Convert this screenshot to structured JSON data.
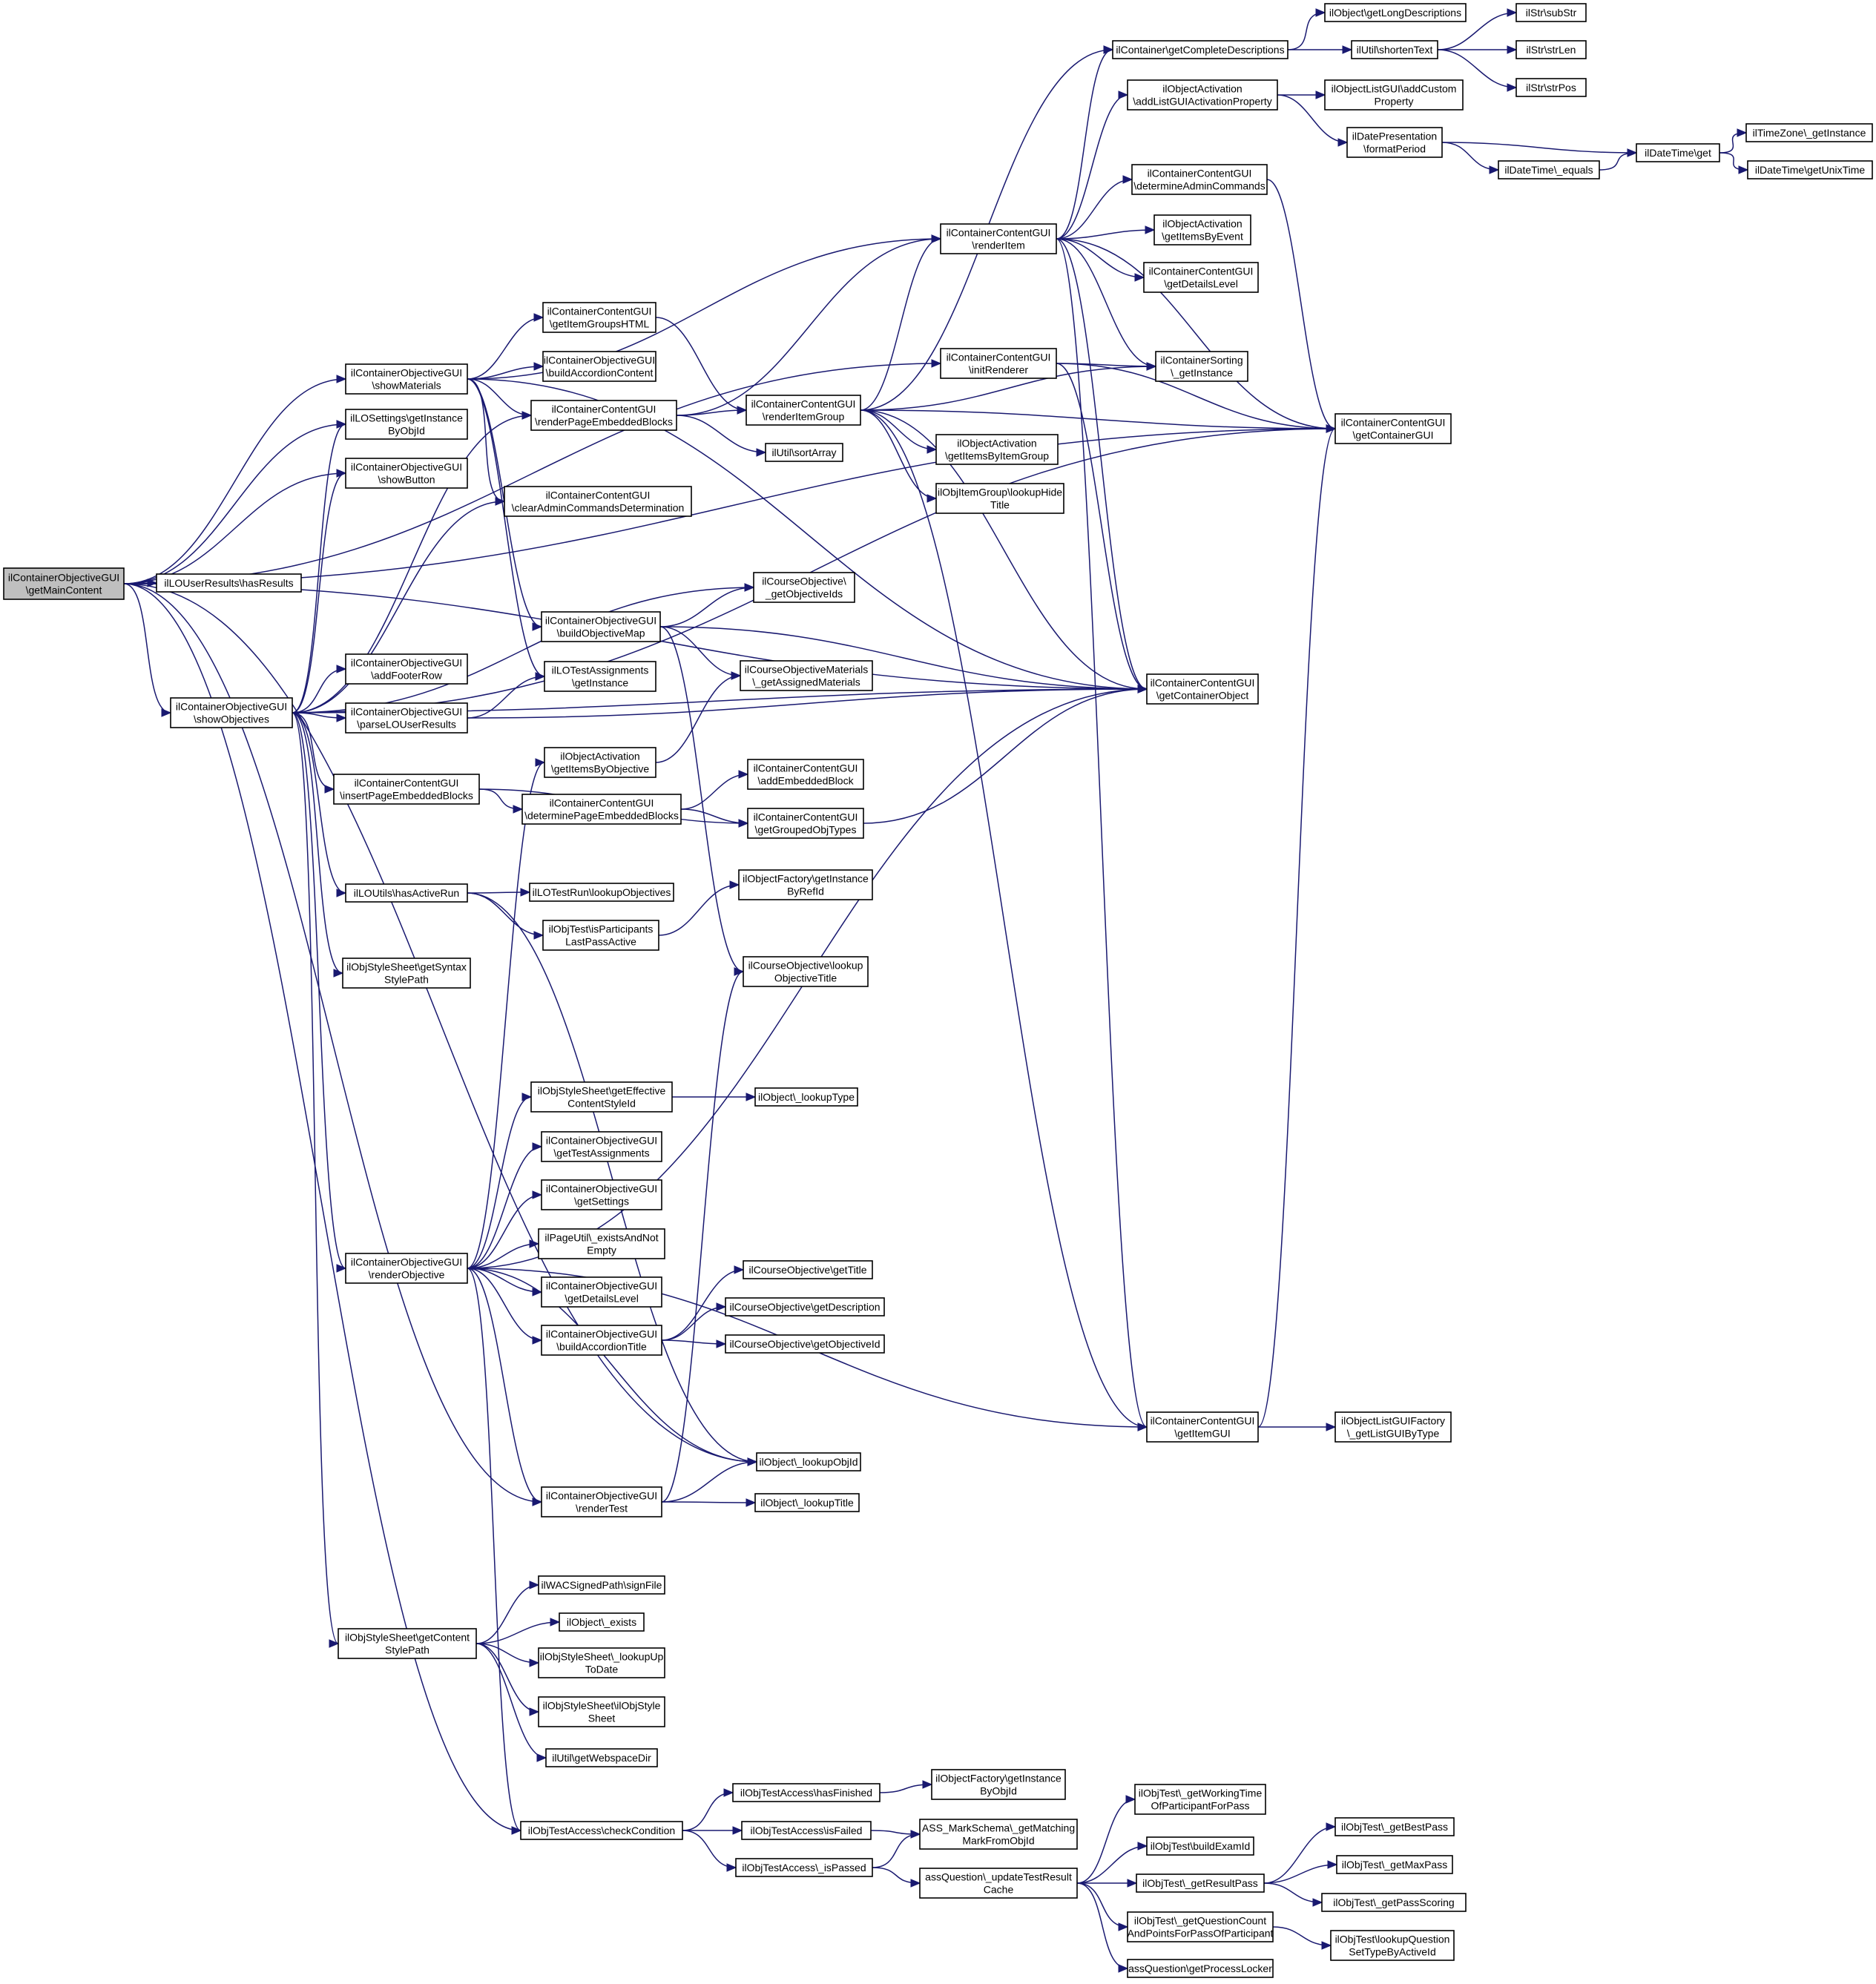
{
  "nodes": [
    {
      "id": "root",
      "lines": [
        "ilContainerObjectiveGUI",
        "\\getMainContent"
      ],
      "root": true
    },
    {
      "id": "hasResults",
      "lines": [
        "ilLOUserResults\\hasResults"
      ]
    },
    {
      "id": "showMaterials",
      "lines": [
        "ilContainerObjectiveGUI",
        "\\showMaterials"
      ]
    },
    {
      "id": "losGetInstance",
      "lines": [
        "ilLOSettings\\getInstance",
        "ByObjId"
      ]
    },
    {
      "id": "showButton",
      "lines": [
        "ilContainerObjectiveGUI",
        "\\showButton"
      ]
    },
    {
      "id": "showObjectives",
      "lines": [
        "ilContainerObjectiveGUI",
        "\\showObjectives"
      ]
    },
    {
      "id": "addFooterRow",
      "lines": [
        "ilContainerObjectiveGUI",
        "\\addFooterRow"
      ]
    },
    {
      "id": "parseLOUserResults",
      "lines": [
        "ilContainerObjectiveGUI",
        "\\parseLOUserResults"
      ]
    },
    {
      "id": "insertPageEmbeddedBlocks",
      "lines": [
        "ilContainerContentGUI",
        "\\insertPageEmbeddedBlocks"
      ]
    },
    {
      "id": "hasActiveRun",
      "lines": [
        "ilLOUtils\\hasActiveRun"
      ]
    },
    {
      "id": "getSyntaxStylePath",
      "lines": [
        "ilObjStyleSheet\\getSyntax",
        "StylePath"
      ]
    },
    {
      "id": "renderObjective",
      "lines": [
        "ilContainerObjectiveGUI",
        "\\renderObjective"
      ]
    },
    {
      "id": "getContentStylePath",
      "lines": [
        "ilObjStyleSheet\\getContent",
        "StylePath"
      ]
    },
    {
      "id": "checkCondition",
      "lines": [
        "ilObjTestAccess\\checkCondition"
      ]
    },
    {
      "id": "getItemGroupsHTML",
      "lines": [
        "ilContainerContentGUI",
        "\\getItemGroupsHTML"
      ]
    },
    {
      "id": "buildAccordionContent",
      "lines": [
        "ilContainerObjectiveGUI",
        "\\buildAccordionContent"
      ]
    },
    {
      "id": "renderPageEmbeddedBlocks",
      "lines": [
        "ilContainerContentGUI",
        "\\renderPageEmbeddedBlocks"
      ]
    },
    {
      "id": "clearAdminCommandsDetermination",
      "lines": [
        "ilContainerContentGUI",
        "\\clearAdminCommandsDetermination"
      ]
    },
    {
      "id": "buildObjectiveMap",
      "lines": [
        "ilContainerObjectiveGUI",
        "\\buildObjectiveMap"
      ]
    },
    {
      "id": "lotaGetInstance",
      "lines": [
        "ilLOTestAssignments",
        "\\getInstance"
      ]
    },
    {
      "id": "getItemsByObjective",
      "lines": [
        "ilObjectActivation",
        "\\getItemsByObjective"
      ]
    },
    {
      "id": "determinePageEmbeddedBlocks",
      "lines": [
        "ilContainerContentGUI",
        "\\determinePageEmbeddedBlocks"
      ]
    },
    {
      "id": "lookupObjectives",
      "lines": [
        "ilLOTestRun\\lookupObjectives"
      ]
    },
    {
      "id": "isParticipantsLastPassActive",
      "lines": [
        "ilObjTest\\isParticipants",
        "LastPassActive"
      ]
    },
    {
      "id": "getEffectiveContentStyleId",
      "lines": [
        "ilObjStyleSheet\\getEffective",
        "ContentStyleId"
      ]
    },
    {
      "id": "getTestAssignments",
      "lines": [
        "ilContainerObjectiveGUI",
        "\\getTestAssignments"
      ]
    },
    {
      "id": "getSettings",
      "lines": [
        "ilContainerObjectiveGUI",
        "\\getSettings"
      ]
    },
    {
      "id": "existsAndNotEmpty",
      "lines": [
        "ilPageUtil\\_existsAndNot",
        "Empty"
      ]
    },
    {
      "id": "cogGetDetailsLevel",
      "lines": [
        "ilContainerObjectiveGUI",
        "\\getDetailsLevel"
      ]
    },
    {
      "id": "buildAccordionTitle",
      "lines": [
        "ilContainerObjectiveGUI",
        "\\buildAccordionTitle"
      ]
    },
    {
      "id": "renderTest",
      "lines": [
        "ilContainerObjectiveGUI",
        "\\renderTest"
      ]
    },
    {
      "id": "signFile",
      "lines": [
        "ilWACSignedPath\\signFile"
      ]
    },
    {
      "id": "objExists",
      "lines": [
        "ilObject\\_exists"
      ]
    },
    {
      "id": "lookUpToDate",
      "lines": [
        "ilObjStyleSheet\\_lookupUp",
        "ToDate"
      ]
    },
    {
      "id": "ilObjStyleSheet",
      "lines": [
        "ilObjStyleSheet\\ilObjStyle",
        "Sheet"
      ]
    },
    {
      "id": "getWebspaceDir",
      "lines": [
        "ilUtil\\getWebspaceDir"
      ]
    },
    {
      "id": "hasFinished",
      "lines": [
        "ilObjTestAccess\\hasFinished"
      ]
    },
    {
      "id": "isFailed",
      "lines": [
        "ilObjTestAccess\\isFailed"
      ]
    },
    {
      "id": "isPassed",
      "lines": [
        "ilObjTestAccess\\_isPassed"
      ]
    },
    {
      "id": "renderItemGroup",
      "lines": [
        "ilContainerContentGUI",
        "\\renderItemGroup"
      ]
    },
    {
      "id": "sortArray",
      "lines": [
        "ilUtil\\sortArray"
      ]
    },
    {
      "id": "getObjectiveIds",
      "lines": [
        "ilCourseObjective\\",
        "_getObjectiveIds"
      ]
    },
    {
      "id": "getAssignedMaterials",
      "lines": [
        "ilCourseObjectiveMaterials",
        "\\_getAssignedMaterials"
      ]
    },
    {
      "id": "addEmbeddedBlock",
      "lines": [
        "ilContainerContentGUI",
        "\\addEmbeddedBlock"
      ]
    },
    {
      "id": "getGroupedObjTypes",
      "lines": [
        "ilContainerContentGUI",
        "\\getGroupedObjTypes"
      ]
    },
    {
      "id": "getInstanceByRefId",
      "lines": [
        "ilObjectFactory\\getInstance",
        "ByRefId"
      ]
    },
    {
      "id": "lookupObjectiveTitle",
      "lines": [
        "ilCourseObjective\\lookup",
        "ObjectiveTitle"
      ]
    },
    {
      "id": "lookupType",
      "lines": [
        "ilObject\\_lookupType"
      ]
    },
    {
      "id": "getTitle",
      "lines": [
        "ilCourseObjective\\getTitle"
      ]
    },
    {
      "id": "getDescription",
      "lines": [
        "ilCourseObjective\\getDescription"
      ]
    },
    {
      "id": "getObjectiveId",
      "lines": [
        "ilCourseObjective\\getObjectiveId"
      ]
    },
    {
      "id": "lookupObjId",
      "lines": [
        "ilObject\\_lookupObjId"
      ]
    },
    {
      "id": "lookupTitle",
      "lines": [
        "ilObject\\_lookupTitle"
      ]
    },
    {
      "id": "getInstanceByObjId",
      "lines": [
        "ilObjectFactory\\getInstance",
        "ByObjId"
      ]
    },
    {
      "id": "getMatchingMarkFromObjId",
      "lines": [
        "ASS_MarkSchema\\_getMatching",
        "MarkFromObjId"
      ]
    },
    {
      "id": "updateTestResultCache",
      "lines": [
        "assQuestion\\_updateTestResult",
        "Cache"
      ]
    },
    {
      "id": "getItemsByItemGroup",
      "lines": [
        "ilObjectActivation",
        "\\getItemsByItemGroup"
      ]
    },
    {
      "id": "lookupHideTitle",
      "lines": [
        "ilObjItemGroup\\lookupHide",
        "Title"
      ]
    },
    {
      "id": "renderItem",
      "lines": [
        "ilContainerContentGUI",
        "\\renderItem"
      ]
    },
    {
      "id": "initRenderer",
      "lines": [
        "ilContainerContentGUI",
        "\\initRenderer"
      ]
    },
    {
      "id": "getCompleteDescriptions",
      "lines": [
        "ilContainer\\getCompleteDescriptions"
      ]
    },
    {
      "id": "addListGUIActivationProperty",
      "lines": [
        "ilObjectActivation",
        "\\addListGUIActivationProperty"
      ]
    },
    {
      "id": "determineAdminCommands",
      "lines": [
        "ilContainerContentGUI",
        "\\determineAdminCommands"
      ]
    },
    {
      "id": "getItemsByEvent",
      "lines": [
        "ilObjectActivation",
        "\\getItemsByEvent"
      ]
    },
    {
      "id": "ccgGetDetailsLevel",
      "lines": [
        "ilContainerContentGUI",
        "\\getDetailsLevel"
      ]
    },
    {
      "id": "sortingGetInstance",
      "lines": [
        "ilContainerSorting",
        "\\_getInstance"
      ]
    },
    {
      "id": "getContainerObject",
      "lines": [
        "ilContainerContentGUI",
        "\\getContainerObject"
      ]
    },
    {
      "id": "getItemGUI",
      "lines": [
        "ilContainerContentGUI",
        "\\getItemGUI"
      ]
    },
    {
      "id": "getWorkingTime",
      "lines": [
        "ilObjTest\\_getWorkingTime",
        "OfParticipantForPass"
      ]
    },
    {
      "id": "buildExamId",
      "lines": [
        "ilObjTest\\buildExamId"
      ]
    },
    {
      "id": "getResultPass",
      "lines": [
        "ilObjTest\\_getResultPass"
      ]
    },
    {
      "id": "getQuestionCount",
      "lines": [
        "ilObjTest\\_getQuestionCount",
        "AndPointsForPassOfParticipant"
      ]
    },
    {
      "id": "getProcessLocker",
      "lines": [
        "assQuestion\\getProcessLocker"
      ]
    },
    {
      "id": "getLongDescriptions",
      "lines": [
        "ilObject\\getLongDescriptions"
      ]
    },
    {
      "id": "shortenText",
      "lines": [
        "ilUtil\\shortenText"
      ]
    },
    {
      "id": "addCustomProperty",
      "lines": [
        "ilObjectListGUI\\addCustom",
        "Property"
      ]
    },
    {
      "id": "formatPeriod",
      "lines": [
        "ilDatePresentation",
        "\\formatPeriod"
      ]
    },
    {
      "id": "getContainerGUI",
      "lines": [
        "ilContainerContentGUI",
        "\\getContainerGUI"
      ]
    },
    {
      "id": "getListGUIByType",
      "lines": [
        "ilObjectListGUIFactory",
        "\\_getListGUIByType"
      ]
    },
    {
      "id": "getBestPass",
      "lines": [
        "ilObjTest\\_getBestPass"
      ]
    },
    {
      "id": "getMaxPass",
      "lines": [
        "ilObjTest\\_getMaxPass"
      ]
    },
    {
      "id": "getPassScoring",
      "lines": [
        "ilObjTest\\_getPassScoring"
      ]
    },
    {
      "id": "lookupQuestionSetTypeByActiveId",
      "lines": [
        "ilObjTest\\lookupQuestion",
        "SetTypeByActiveId"
      ]
    },
    {
      "id": "subStr",
      "lines": [
        "ilStr\\subStr"
      ]
    },
    {
      "id": "strLen",
      "lines": [
        "ilStr\\strLen"
      ]
    },
    {
      "id": "strPos",
      "lines": [
        "ilStr\\strPos"
      ]
    },
    {
      "id": "dateTimeEquals",
      "lines": [
        "ilDateTime\\_equals"
      ]
    },
    {
      "id": "dateTimeGet",
      "lines": [
        "ilDateTime\\get"
      ]
    },
    {
      "id": "timeZoneGetInstance",
      "lines": [
        "ilTimeZone\\_getInstance"
      ]
    },
    {
      "id": "getUnixTime",
      "lines": [
        "ilDateTime\\getUnixTime"
      ]
    }
  ],
  "edges": [
    [
      "root",
      "hasResults"
    ],
    [
      "root",
      "showMaterials"
    ],
    [
      "root",
      "losGetInstance"
    ],
    [
      "root",
      "showButton"
    ],
    [
      "root",
      "showObjectives"
    ],
    [
      "root",
      "getContainerGUI"
    ],
    [
      "root",
      "initRenderer"
    ],
    [
      "root",
      "getContainerObject"
    ],
    [
      "root",
      "renderTest"
    ],
    [
      "root",
      "lookupObjId"
    ],
    [
      "root",
      "checkCondition"
    ],
    [
      "showMaterials",
      "getItemGroupsHTML"
    ],
    [
      "showMaterials",
      "buildAccordionContent"
    ],
    [
      "showMaterials",
      "renderPageEmbeddedBlocks"
    ],
    [
      "showMaterials",
      "clearAdminCommandsDetermination"
    ],
    [
      "showMaterials",
      "buildObjectiveMap"
    ],
    [
      "showMaterials",
      "lotaGetInstance"
    ],
    [
      "showMaterials",
      "getContainerObject"
    ],
    [
      "showMaterials",
      "renderItem"
    ],
    [
      "showObjectives",
      "losGetInstance"
    ],
    [
      "showObjectives",
      "showButton"
    ],
    [
      "showObjectives",
      "clearAdminCommandsDetermination"
    ],
    [
      "showObjectives",
      "getObjectiveIds"
    ],
    [
      "showObjectives",
      "addFooterRow"
    ],
    [
      "showObjectives",
      "parseLOUserResults"
    ],
    [
      "showObjectives",
      "insertPageEmbeddedBlocks"
    ],
    [
      "showObjectives",
      "hasActiveRun"
    ],
    [
      "showObjectives",
      "getSyntaxStylePath"
    ],
    [
      "showObjectives",
      "renderObjective"
    ],
    [
      "showObjectives",
      "getContentStylePath"
    ],
    [
      "showObjectives",
      "getContainerGUI"
    ],
    [
      "showObjectives",
      "renderPageEmbeddedBlocks"
    ],
    [
      "showObjectives",
      "getContainerObject"
    ],
    [
      "parseLOUserResults",
      "lotaGetInstance"
    ],
    [
      "parseLOUserResults",
      "getContainerObject"
    ],
    [
      "insertPageEmbeddedBlocks",
      "determinePageEmbeddedBlocks"
    ],
    [
      "insertPageEmbeddedBlocks",
      "getGroupedObjTypes"
    ],
    [
      "hasActiveRun",
      "lookupObjectives"
    ],
    [
      "hasActiveRun",
      "isParticipantsLastPassActive"
    ],
    [
      "hasActiveRun",
      "lookupObjId"
    ],
    [
      "renderObjective",
      "getEffectiveContentStyleId"
    ],
    [
      "renderObjective",
      "getTestAssignments"
    ],
    [
      "renderObjective",
      "getSettings"
    ],
    [
      "renderObjective",
      "existsAndNotEmpty"
    ],
    [
      "renderObjective",
      "cogGetDetailsLevel"
    ],
    [
      "renderObjective",
      "buildAccordionTitle"
    ],
    [
      "renderObjective",
      "renderTest"
    ],
    [
      "renderObjective",
      "lookupObjId"
    ],
    [
      "renderObjective",
      "getItemsByObjective"
    ],
    [
      "renderObjective",
      "getContainerObject"
    ],
    [
      "renderObjective",
      "getItemGUI"
    ],
    [
      "renderObjective",
      "checkCondition"
    ],
    [
      "getContentStylePath",
      "signFile"
    ],
    [
      "getContentStylePath",
      "objExists"
    ],
    [
      "getContentStylePath",
      "lookUpToDate"
    ],
    [
      "getContentStylePath",
      "ilObjStyleSheet"
    ],
    [
      "getContentStylePath",
      "getWebspaceDir"
    ],
    [
      "checkCondition",
      "hasFinished"
    ],
    [
      "checkCondition",
      "isFailed"
    ],
    [
      "checkCondition",
      "isPassed"
    ],
    [
      "getItemGroupsHTML",
      "renderItemGroup"
    ],
    [
      "renderPageEmbeddedBlocks",
      "renderItemGroup"
    ],
    [
      "renderPageEmbeddedBlocks",
      "sortArray"
    ],
    [
      "renderPageEmbeddedBlocks",
      "renderItem"
    ],
    [
      "buildObjectiveMap",
      "getObjectiveIds"
    ],
    [
      "buildObjectiveMap",
      "getAssignedMaterials"
    ],
    [
      "buildObjectiveMap",
      "lookupObjectiveTitle"
    ],
    [
      "buildObjectiveMap",
      "getContainerObject"
    ],
    [
      "getItemsByObjective",
      "getAssignedMaterials"
    ],
    [
      "determinePageEmbeddedBlocks",
      "addEmbeddedBlock"
    ],
    [
      "determinePageEmbeddedBlocks",
      "getGroupedObjTypes"
    ],
    [
      "isParticipantsLastPassActive",
      "getInstanceByRefId"
    ],
    [
      "getEffectiveContentStyleId",
      "lookupType"
    ],
    [
      "buildAccordionTitle",
      "getTitle"
    ],
    [
      "buildAccordionTitle",
      "getDescription"
    ],
    [
      "buildAccordionTitle",
      "getObjectiveId"
    ],
    [
      "renderTest",
      "lookupObjId"
    ],
    [
      "renderTest",
      "lookupTitle"
    ],
    [
      "renderTest",
      "lookupObjectiveTitle"
    ],
    [
      "hasFinished",
      "getInstanceByObjId"
    ],
    [
      "isFailed",
      "getMatchingMarkFromObjId"
    ],
    [
      "isPassed",
      "getMatchingMarkFromObjId"
    ],
    [
      "isPassed",
      "updateTestResultCache"
    ],
    [
      "renderItemGroup",
      "getItemsByItemGroup"
    ],
    [
      "renderItemGroup",
      "lookupHideTitle"
    ],
    [
      "renderItemGroup",
      "renderItem"
    ],
    [
      "renderItemGroup",
      "getContainerGUI"
    ],
    [
      "renderItemGroup",
      "getContainerObject"
    ],
    [
      "renderItemGroup",
      "getItemGUI"
    ],
    [
      "renderItemGroup",
      "getCompleteDescriptions"
    ],
    [
      "renderItemGroup",
      "sortingGetInstance"
    ],
    [
      "getGroupedObjTypes",
      "getContainerObject"
    ],
    [
      "updateTestResultCache",
      "getWorkingTime"
    ],
    [
      "updateTestResultCache",
      "buildExamId"
    ],
    [
      "updateTestResultCache",
      "getResultPass"
    ],
    [
      "updateTestResultCache",
      "getQuestionCount"
    ],
    [
      "updateTestResultCache",
      "getProcessLocker"
    ],
    [
      "renderItem",
      "getCompleteDescriptions"
    ],
    [
      "renderItem",
      "addListGUIActivationProperty"
    ],
    [
      "renderItem",
      "determineAdminCommands"
    ],
    [
      "renderItem",
      "getItemsByEvent"
    ],
    [
      "renderItem",
      "ccgGetDetailsLevel"
    ],
    [
      "renderItem",
      "sortingGetInstance"
    ],
    [
      "renderItem",
      "getContainerGUI"
    ],
    [
      "renderItem",
      "getContainerObject"
    ],
    [
      "renderItem",
      "getItemGUI"
    ],
    [
      "initRenderer",
      "sortingGetInstance"
    ],
    [
      "initRenderer",
      "getContainerGUI"
    ],
    [
      "initRenderer",
      "getContainerObject"
    ],
    [
      "getCompleteDescriptions",
      "getLongDescriptions"
    ],
    [
      "getCompleteDescriptions",
      "shortenText"
    ],
    [
      "addListGUIActivationProperty",
      "addCustomProperty"
    ],
    [
      "addListGUIActivationProperty",
      "formatPeriod"
    ],
    [
      "determineAdminCommands",
      "getContainerGUI"
    ],
    [
      "getItemGUI",
      "getContainerGUI"
    ],
    [
      "getItemGUI",
      "getListGUIByType"
    ],
    [
      "getResultPass",
      "getBestPass"
    ],
    [
      "getResultPass",
      "getMaxPass"
    ],
    [
      "getResultPass",
      "getPassScoring"
    ],
    [
      "getQuestionCount",
      "lookupQuestionSetTypeByActiveId"
    ],
    [
      "shortenText",
      "subStr"
    ],
    [
      "shortenText",
      "strLen"
    ],
    [
      "shortenText",
      "strPos"
    ],
    [
      "formatPeriod",
      "dateTimeEquals"
    ],
    [
      "formatPeriod",
      "dateTimeGet"
    ],
    [
      "dateTimeEquals",
      "dateTimeGet"
    ],
    [
      "dateTimeGet",
      "timeZoneGetInstance"
    ],
    [
      "dateTimeGet",
      "getUnixTime"
    ]
  ]
}
